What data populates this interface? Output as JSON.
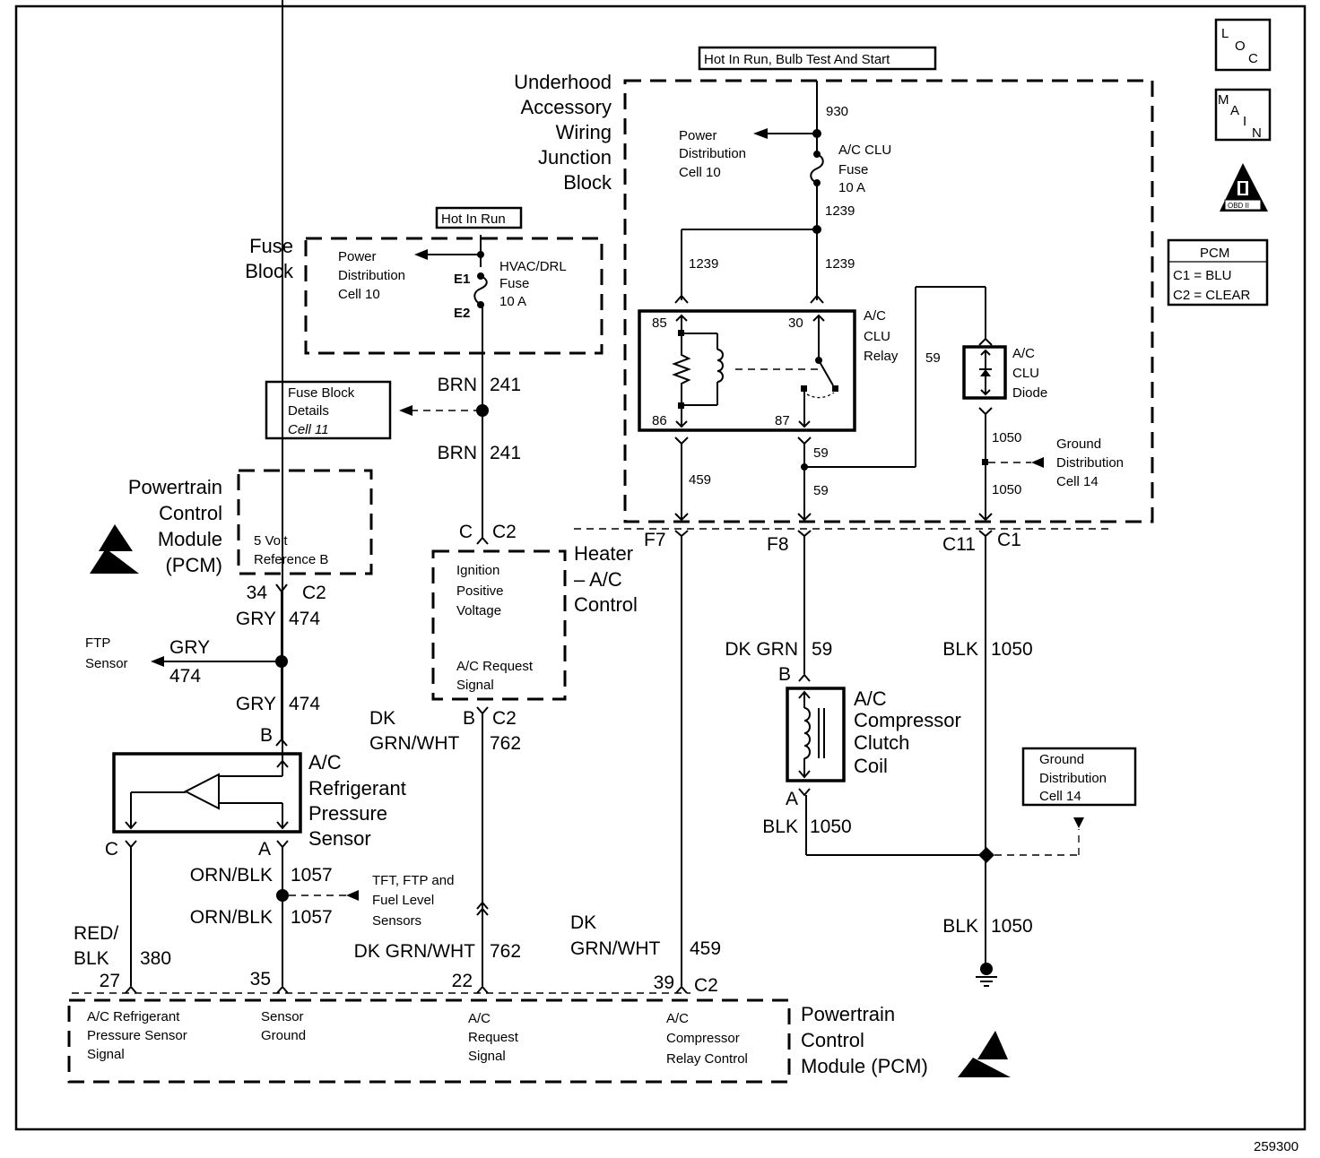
{
  "diagram": {
    "figure_number": "259300",
    "badges": {
      "loc": [
        "L",
        "O",
        "C"
      ],
      "main": [
        "M",
        "A",
        "I",
        "N"
      ],
      "obd": {
        "numeral": "II",
        "label": "OBD II"
      }
    },
    "pcm_legend": {
      "title": "PCM",
      "lines": [
        "C1 = BLU",
        "C2 = CLEAR"
      ]
    },
    "power_labels": {
      "hot_run_bulb_start": "Hot In Run, Bulb Test And Start",
      "hot_in_run": "Hot In Run"
    },
    "underhood_block": {
      "title": [
        "Underhood",
        "Accessory",
        "Wiring",
        "Junction",
        "Block"
      ],
      "power_dist": [
        "Power",
        "Distribution",
        "Cell 10"
      ],
      "wire_930": "930",
      "fuse": [
        "A/C CLU",
        "Fuse",
        "10 A"
      ],
      "wire_1239_top": "1239",
      "wire_1239_left": "1239",
      "wire_1239_right": "1239",
      "relay": {
        "label": [
          "A/C",
          "CLU",
          "Relay"
        ],
        "pins": {
          "p85": "85",
          "p86": "86",
          "p30": "30",
          "p87": "87"
        }
      },
      "diode": {
        "label": [
          "A/C",
          "CLU",
          "Diode"
        ]
      },
      "wire_59_side": "59",
      "wire_459": "459",
      "wire_59_a": "59",
      "wire_59_b": "59",
      "wire_1050_a": "1050",
      "wire_1050_b": "1050",
      "ground_dist": [
        "Ground",
        "Distribution",
        "Cell 14"
      ],
      "connectors": {
        "f7": "F7",
        "f8": "F8",
        "c11": "C11",
        "c1": "C1"
      }
    },
    "fuse_block": {
      "title": [
        "Fuse",
        "Block"
      ],
      "power_dist": [
        "Power",
        "Distribution",
        "Cell 10"
      ],
      "e1": "E1",
      "e2": "E2",
      "fuse": [
        "HVAC/DRL",
        "Fuse",
        "10 A"
      ]
    },
    "fuse_details": [
      "Fuse Block",
      "Details",
      "Cell 11"
    ],
    "brn_241_a": {
      "color": "BRN",
      "circuit": "241"
    },
    "brn_241_b": {
      "color": "BRN",
      "circuit": "241"
    },
    "pcm_top": {
      "title": [
        "Powertrain",
        "Control",
        "Module",
        "(PCM)"
      ],
      "inner": [
        "5 Volt",
        "Reference B"
      ],
      "pin": "34",
      "conn": "C2"
    },
    "gry_474_a": {
      "color": "GRY",
      "circuit": "474"
    },
    "ftp_branch": {
      "target": [
        "FTP",
        "Sensor"
      ],
      "color": "GRY",
      "circuit": "474"
    },
    "gry_474_b": {
      "color": "GRY",
      "circuit": "474"
    },
    "pressure_sensor": {
      "label": [
        "A/C",
        "Refrigerant",
        "Pressure",
        "Sensor"
      ],
      "pin_b": "B",
      "pin_c": "C",
      "pin_a": "A"
    },
    "heater_control": {
      "title": [
        "Heater",
        "– A/C",
        "Control"
      ],
      "inner_top": [
        "Ignition",
        "Positive",
        "Voltage"
      ],
      "inner_bottom": [
        "A/C Request",
        "Signal"
      ],
      "pin_top": "C",
      "conn_top": "C2",
      "pin_bottom": "B",
      "conn_bottom": "C2"
    },
    "dkgrnwht_762_a": {
      "color": [
        "DK",
        "GRN/WHT"
      ],
      "circuit": "762"
    },
    "dkgrnwht_762_b": {
      "color": "DK GRN/WHT",
      "circuit": "762"
    },
    "ornblk_1057_a": {
      "color": "ORN/BLK",
      "circuit": "1057"
    },
    "ornblk_1057_b": {
      "color": "ORN/BLK",
      "circuit": "1057"
    },
    "tft_branch": [
      "TFT, FTP and",
      "Fuel Level",
      "Sensors"
    ],
    "redblk_380": {
      "color": [
        "RED/",
        "BLK"
      ],
      "circuit": "380"
    },
    "dkgrnwht_459": {
      "color": [
        "DK",
        "GRN/WHT"
      ],
      "circuit": "459"
    },
    "dkgrn_59": {
      "color": "DK GRN",
      "circuit": "59"
    },
    "blk_1050_a": {
      "color": "BLK",
      "circuit": "1050"
    },
    "blk_1050_b": {
      "color": "BLK",
      "circuit": "1050"
    },
    "blk_1050_c": {
      "color": "BLK",
      "circuit": "1050"
    },
    "clutch_coil": {
      "label": [
        "A/C",
        "Compressor",
        "Clutch",
        "Coil"
      ],
      "pin_b": "B",
      "pin_a": "A"
    },
    "ground_dist_box": [
      "Ground",
      "Distribution",
      "Cell 14"
    ],
    "pcm_bottom": {
      "title": [
        "Powertrain",
        "Control",
        "Module (PCM)"
      ],
      "pins": {
        "p27": "27",
        "p35": "35",
        "p22": "22",
        "p39": "39",
        "conn": "C2"
      },
      "signals": {
        "pressure": [
          "A/C Refrigerant",
          "Pressure Sensor",
          "Signal"
        ],
        "ground": [
          "Sensor",
          "Ground"
        ],
        "request": [
          "A/C",
          "Request",
          "Signal"
        ],
        "relay": [
          "A/C",
          "Compressor",
          "Relay  Control"
        ]
      }
    }
  }
}
